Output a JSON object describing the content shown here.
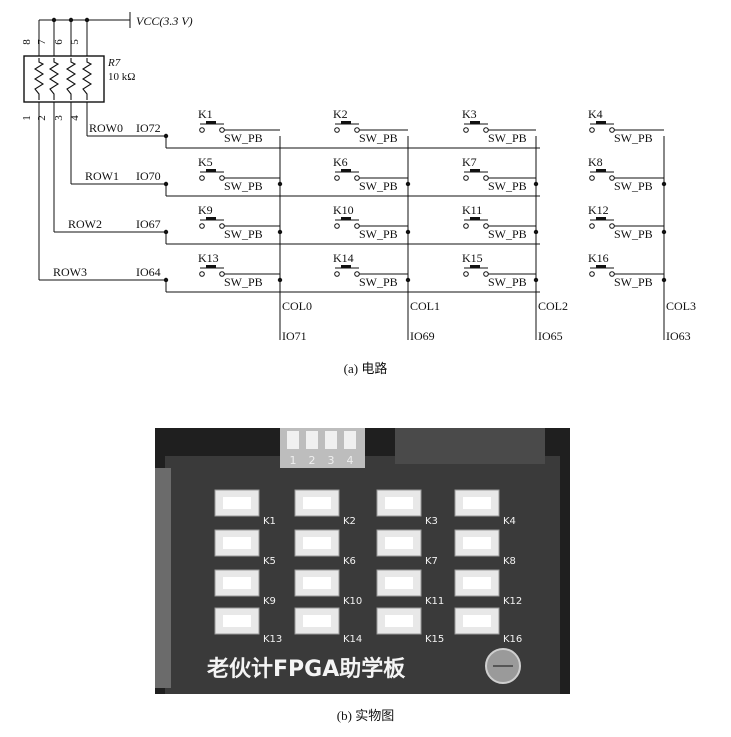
{
  "figure_a": {
    "caption": "(a) 电路",
    "vcc_label": "VCC(3.3 V)",
    "resistor": {
      "name": "R7",
      "value": "10 kΩ",
      "pins_top": [
        "8",
        "7",
        "6",
        "5"
      ],
      "pins_bottom": [
        "1",
        "2",
        "3",
        "4"
      ]
    },
    "rows": [
      {
        "label": "ROW0",
        "io": "IO72"
      },
      {
        "label": "ROW1",
        "io": "IO70"
      },
      {
        "label": "ROW2",
        "io": "IO67"
      },
      {
        "label": "ROW3",
        "io": "IO64"
      }
    ],
    "cols": [
      {
        "label": "COL0",
        "io": "IO71"
      },
      {
        "label": "COL1",
        "io": "IO69"
      },
      {
        "label": "COL2",
        "io": "IO65"
      },
      {
        "label": "COL3",
        "io": "IO63"
      }
    ],
    "keys": [
      "K1",
      "K2",
      "K3",
      "K4",
      "K5",
      "K6",
      "K7",
      "K8",
      "K9",
      "K10",
      "K11",
      "K12",
      "K13",
      "K14",
      "K15",
      "K16"
    ],
    "switch_part": "SW_PB"
  },
  "figure_b": {
    "caption": "(b) 实物图",
    "board_text": "老伙计FPGA助学板",
    "dip_numbers": [
      "1",
      "2",
      "3",
      "4"
    ],
    "silk_labels": [
      "K1",
      "K2",
      "K3",
      "K4",
      "K5",
      "K6",
      "K7",
      "K8",
      "K9",
      "K10",
      "K11",
      "K12",
      "K13",
      "K14",
      "K15",
      "K16"
    ]
  }
}
